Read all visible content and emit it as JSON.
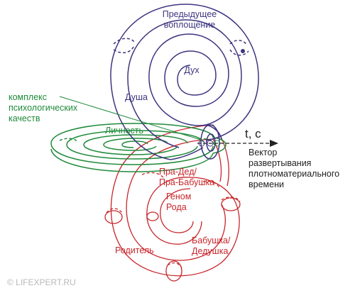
{
  "colors": {
    "spirit": "#3d3580",
    "personality": "#1f8a3a",
    "lineage": "#c8262b",
    "time": "#222222",
    "copyright": "#b8b8b8"
  },
  "labels": {
    "previous_incarnation": [
      "Предыдущее",
      "воплощение"
    ],
    "spirit": "Дух",
    "soul": "Душа",
    "complex": [
      "комплекс",
      "психологических",
      "качеств"
    ],
    "personality": "Личность",
    "time_symbol": "t, c",
    "vector": [
      "Вектор",
      "развертывания",
      "плотноматериального",
      "времени"
    ],
    "great_grandparent": [
      "Пра-Дед/",
      "Пра-Бабушка"
    ],
    "genome": [
      "Геном",
      "Рода"
    ],
    "parent": "Родитель",
    "grandparent": [
      "Бабушка/",
      "Дедушка"
    ]
  },
  "copyright": "© LIFEXPERT.RU"
}
